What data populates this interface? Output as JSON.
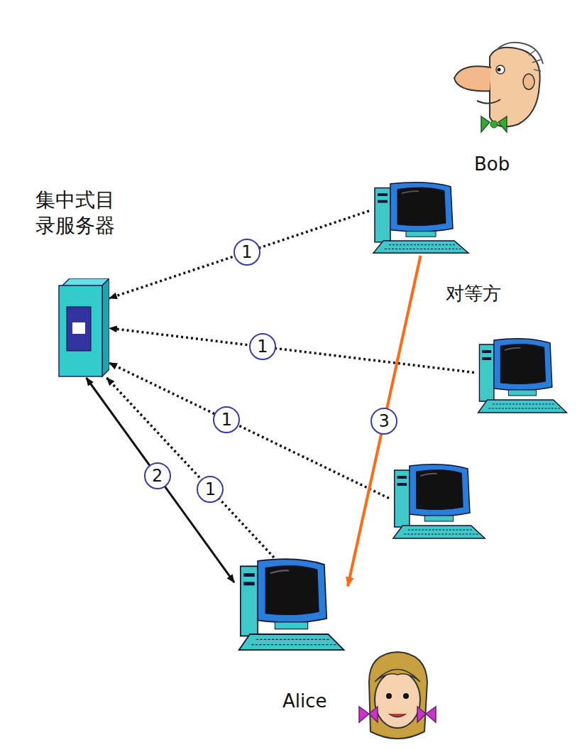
{
  "diagram": {
    "nodes": [
      {
        "text": [
          "集中式目录服务器"
        ]
      },
      {
        "text": [
          "Bob"
        ]
      },
      {
        "text": [
          "对等方"
        ]
      },
      {
        "text": []
      },
      {
        "text": [
          "Alice"
        ]
      }
    ],
    "edges": [
      {
        "from": 1,
        "to": 0,
        "arrow": "to",
        "label": "1"
      },
      {
        "from": 2,
        "to": 0,
        "arrow": "to",
        "label": "1"
      },
      {
        "from": 3,
        "to": 0,
        "arrow": "to",
        "label": "1"
      },
      {
        "from": 4,
        "to": 0,
        "arrow": "to",
        "label": "1"
      },
      {
        "from": 0,
        "to": 4,
        "arrow": "both",
        "label": "2"
      },
      {
        "from": 1,
        "to": 4,
        "arrow": "to",
        "label": "3"
      }
    ]
  }
}
